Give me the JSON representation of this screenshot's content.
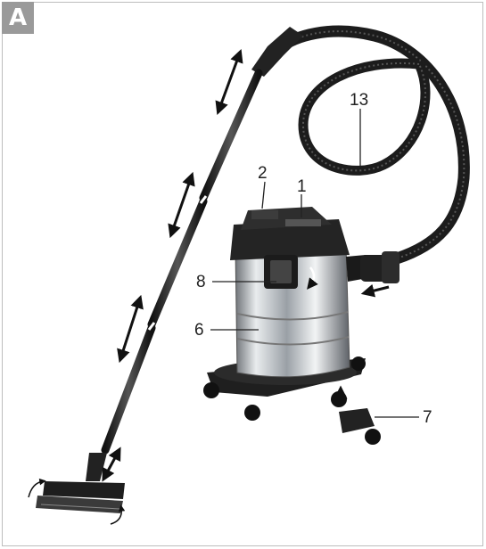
{
  "figure": {
    "badge": "A",
    "callouts": [
      {
        "id": "13",
        "label": "13"
      },
      {
        "id": "2",
        "label": "2"
      },
      {
        "id": "1",
        "label": "1"
      },
      {
        "id": "8",
        "label": "8"
      },
      {
        "id": "6",
        "label": "6"
      },
      {
        "id": "7",
        "label": "7"
      }
    ]
  },
  "colors": {
    "hose": "#1c1c1c",
    "tube": "#2a2a2a",
    "steel": "#b9bec3",
    "plastic": "#242424",
    "arrow": "#111111",
    "badge": "#9a9a9a"
  }
}
